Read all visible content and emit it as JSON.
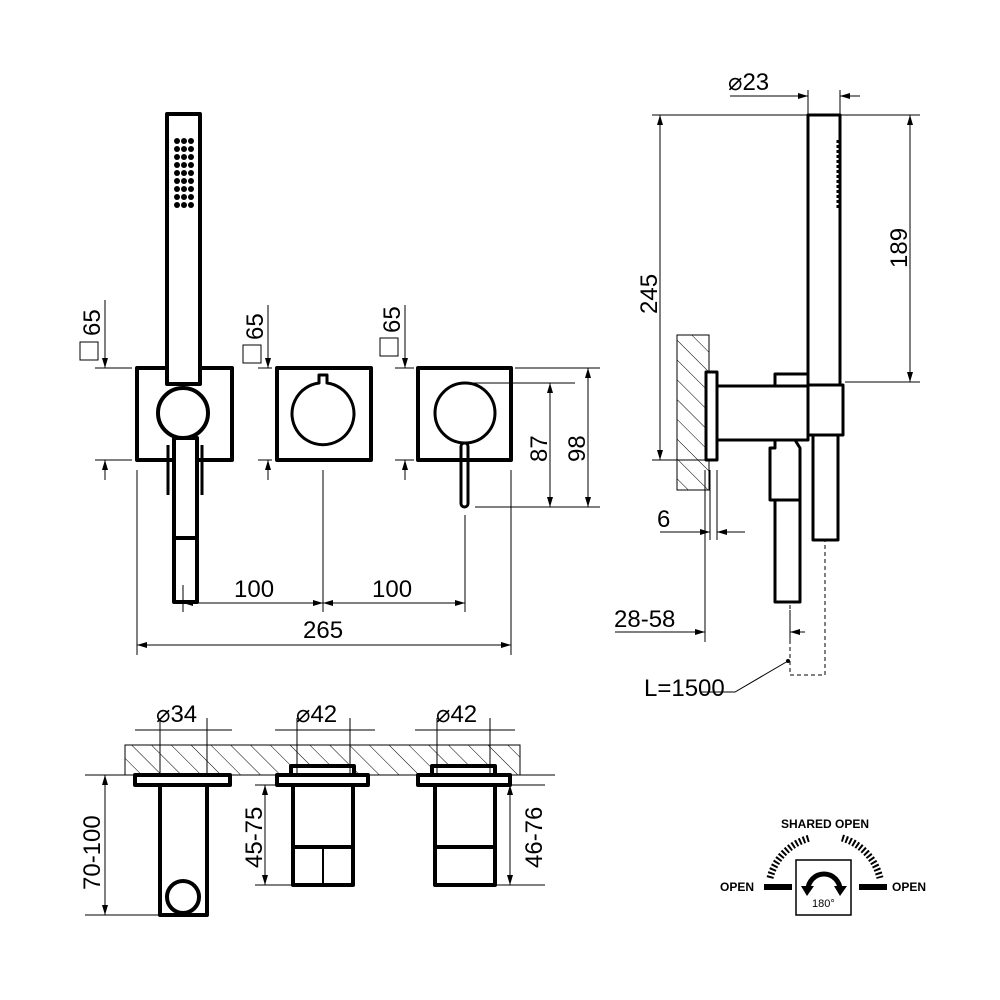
{
  "front_view": {
    "plate_size_labels": [
      "65",
      "65",
      "65"
    ],
    "spacing_left": "100",
    "spacing_right": "100",
    "overall_width": "265",
    "lever_height": "87",
    "total_height": "98"
  },
  "side_view": {
    "diameter_label": "⌀23",
    "total_length": "245",
    "handshower_length": "189",
    "plate_depth": "6",
    "projection_range": "28-58",
    "hose_length": "L=1500"
  },
  "top_view": {
    "diameters": [
      "⌀34",
      "⌀42",
      "⌀42"
    ],
    "depth_ranges": [
      "70-100",
      "45-75",
      "46-76"
    ]
  },
  "rotation_icon": {
    "top_label": "SHARED OPEN",
    "left_label": "OPEN",
    "right_label": "OPEN",
    "angle_label": "180°"
  }
}
